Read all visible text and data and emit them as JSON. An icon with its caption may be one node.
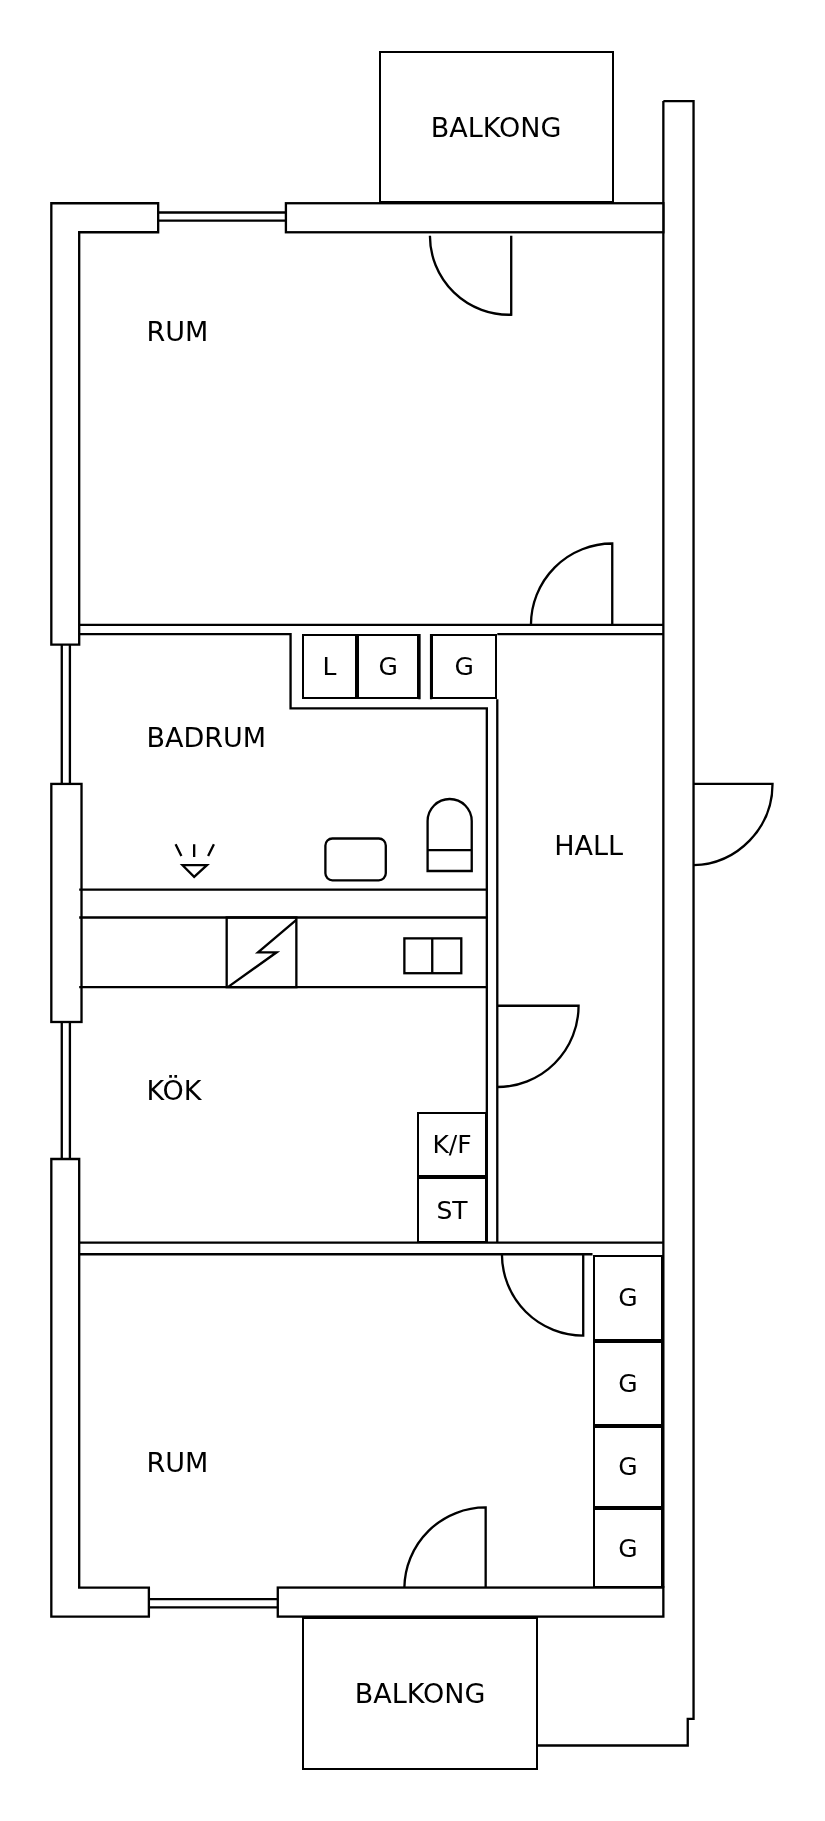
{
  "diagram": {
    "nodes": [
      {
        "text": [
          "BALKONG"
        ]
      },
      {
        "text": [
          "RUM"
        ]
      },
      {
        "text": [
          "BADRUM"
        ]
      },
      {
        "text": [
          "L"
        ]
      },
      {
        "text": [
          "G"
        ]
      },
      {
        "text": [
          "G"
        ]
      },
      {
        "text": [
          "HALL"
        ]
      },
      {
        "text": [
          "KÖK"
        ]
      },
      {
        "text": [
          "K/F"
        ],
        "in": 7
      },
      {
        "text": [
          "ST"
        ],
        "in": 7
      },
      {
        "text": [
          "RUM"
        ]
      },
      {
        "text": [
          "G"
        ],
        "in": 10
      },
      {
        "text": [
          "G"
        ],
        "in": 10
      },
      {
        "text": [
          "G"
        ],
        "in": 10
      },
      {
        "text": [
          "G"
        ],
        "in": 10
      },
      {
        "text": [
          "BALKONG"
        ]
      }
    ]
  }
}
